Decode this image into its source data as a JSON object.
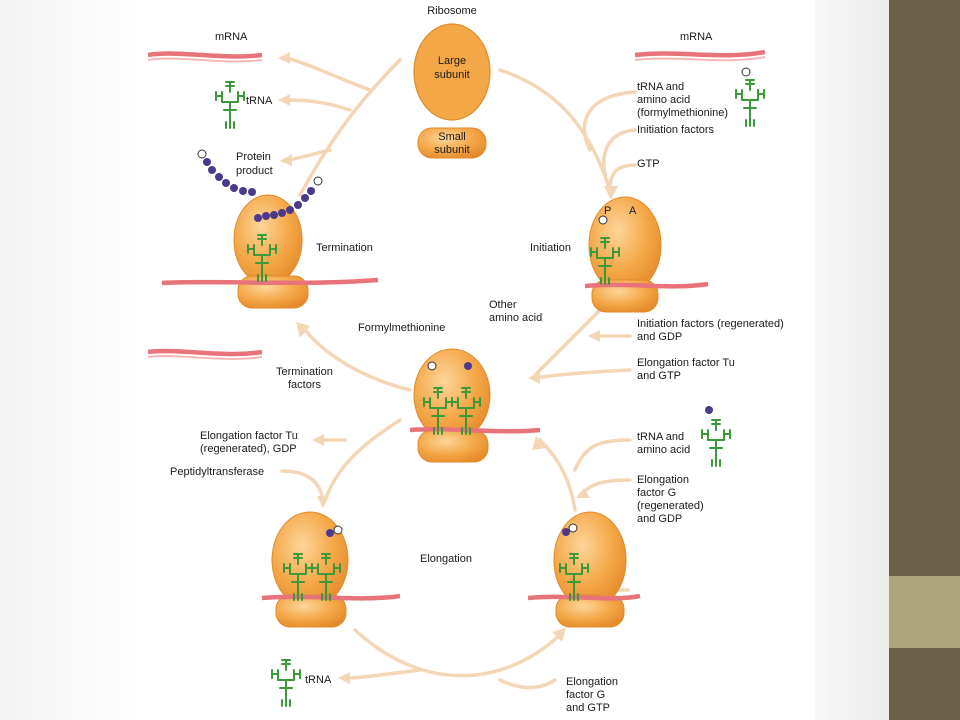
{
  "labels": {
    "ribosome": "Ribosome",
    "large_subunit": [
      "Large",
      "subunit"
    ],
    "small_subunit": [
      "Small",
      "subunit"
    ],
    "mrna_left": "mRNA",
    "mrna_right": "mRNA",
    "trna_top_left": "tRNA",
    "protein_product": [
      "Protein",
      "product"
    ],
    "trna_amino_top": [
      "tRNA and",
      "amino acid",
      "(formylmethionine)"
    ],
    "initiation_factors": "Initiation factors",
    "gtp": "GTP",
    "p_site": "P",
    "a_site": "A",
    "termination": "Termination",
    "initiation": "Initiation",
    "other_amino_acid": [
      "Other",
      "amino acid"
    ],
    "formylmethionine": "Formylmethionine",
    "init_regen": [
      "Initiation factors (regenerated)",
      "and GDP"
    ],
    "ef_tu_gtp": [
      "Elongation factor Tu",
      "and GTP"
    ],
    "termination_factors": [
      "Termination",
      "factors"
    ],
    "ef_tu_regen": [
      "Elongation factor Tu",
      "(regenerated), GDP"
    ],
    "peptidyltransferase": "Peptidyltransferase",
    "trna_amino_mid": [
      "tRNA and",
      "amino acid"
    ],
    "ef_g_regen": [
      "Elongation",
      "factor G",
      "(regenerated)",
      "and GDP"
    ],
    "elongation": "Elongation",
    "trna_bottom": "tRNA",
    "ef_g_gtp": [
      "Elongation",
      "factor G",
      "and GTP"
    ]
  },
  "colors": {
    "ribosome": "#f4a747",
    "mrna": "#e8737b",
    "trna": "#3a9a3a",
    "amino_acid": "#4b3a8c",
    "arrow": "#f3d6b5",
    "side_bar_dark": "#6b6148",
    "side_bar_light": "#aea67b"
  }
}
